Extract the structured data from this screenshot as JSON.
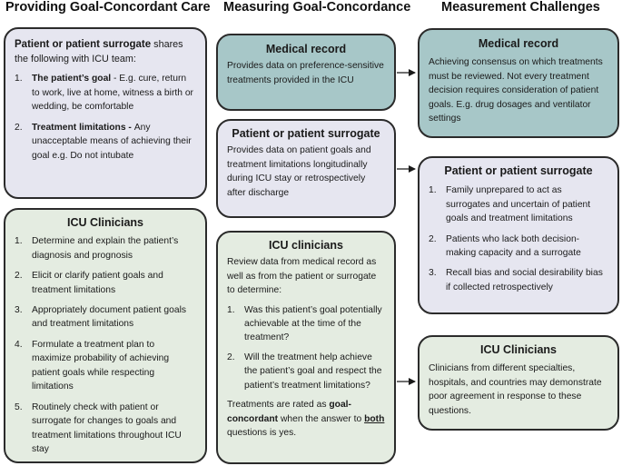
{
  "headers": {
    "col1": "Providing Goal-Concordant Care",
    "col2": "Measuring Goal-Concordance",
    "col3": "Measurement Challenges"
  },
  "col1": {
    "patient_box": {
      "lead_bold": "Patient or patient surrogate",
      "lead_rest": " shares the following with ICU team:",
      "items": [
        {
          "num": "1.",
          "bold": "The patient’s goal",
          "rest": " - E.g. cure, return to work, live at home, witness a birth or wedding, be comfortable"
        },
        {
          "num": "2.",
          "bold": "Treatment limitations - ",
          "rest": "Any unacceptable means of achieving their goal  e.g. Do not intubate"
        }
      ]
    },
    "clinicians_box": {
      "title": "ICU Clinicians",
      "items": [
        {
          "num": "1.",
          "text": "Determine and explain the patient’s diagnosis and prognosis"
        },
        {
          "num": "2.",
          "text": "Elicit or clarify patient goals and treatment limitations"
        },
        {
          "num": "3.",
          "text": "Appropriately document patient goals and treatment limitations"
        },
        {
          "num": "4.",
          "text": "Formulate a treatment plan to maximize probability of achieving patient goals while respecting limitations"
        },
        {
          "num": "5.",
          "text": "Routinely check with patient or surrogate for changes to goals and treatment limitations throughout ICU stay"
        }
      ]
    }
  },
  "col2": {
    "medical_box": {
      "title": "Medical record",
      "text": "Provides data on preference-sensitive treatments provided in the ICU"
    },
    "patient_box": {
      "title": "Patient or patient surrogate",
      "text": "Provides data on patient goals and treatment limitations longitudinally during ICU stay or  retrospectively after discharge"
    },
    "clinicians_box": {
      "title": "ICU clinicians",
      "intro": "Review data from medical record as well as from the patient or surrogate to determine:",
      "items": [
        {
          "num": "1.",
          "text": "Was this patient’s goal potentially achievable at the time of the treatment?"
        },
        {
          "num": "2.",
          "text": "Will the treatment help achieve the patient’s goal and respect the patient’s treatment limitations?"
        }
      ],
      "footer_pre": "Treatments are rated as ",
      "footer_bold": "goal-concordant",
      "footer_mid": " when the answer to ",
      "footer_underline": "both",
      "footer_post": " questions is yes."
    }
  },
  "col3": {
    "medical_box": {
      "title": "Medical record",
      "text": "Achieving consensus on which treatments must be reviewed.  Not every treatment decision requires consideration of patient goals.  E.g. drug dosages and ventilator settings"
    },
    "patient_box": {
      "title": "Patient or patient surrogate",
      "items": [
        {
          "num": "1.",
          "text": "Family unprepared to act as surrogates and uncertain of patient goals and treatment limitations"
        },
        {
          "num": "2.",
          "text": "Patients who lack both decision-making capacity and a surrogate"
        },
        {
          "num": "3.",
          "text": "Recall bias and social desirability bias if collected retrospectively"
        }
      ]
    },
    "clinicians_box": {
      "title": "ICU Clinicians",
      "text": "Clinicians from different specialties, hospitals, and countries may demonstrate poor agreement in response to these questions."
    }
  },
  "colors": {
    "lavender": "#e6e6f0",
    "sage": "#e4ece1",
    "teal": "#a7c7c8",
    "border": "#2b2b2b"
  }
}
